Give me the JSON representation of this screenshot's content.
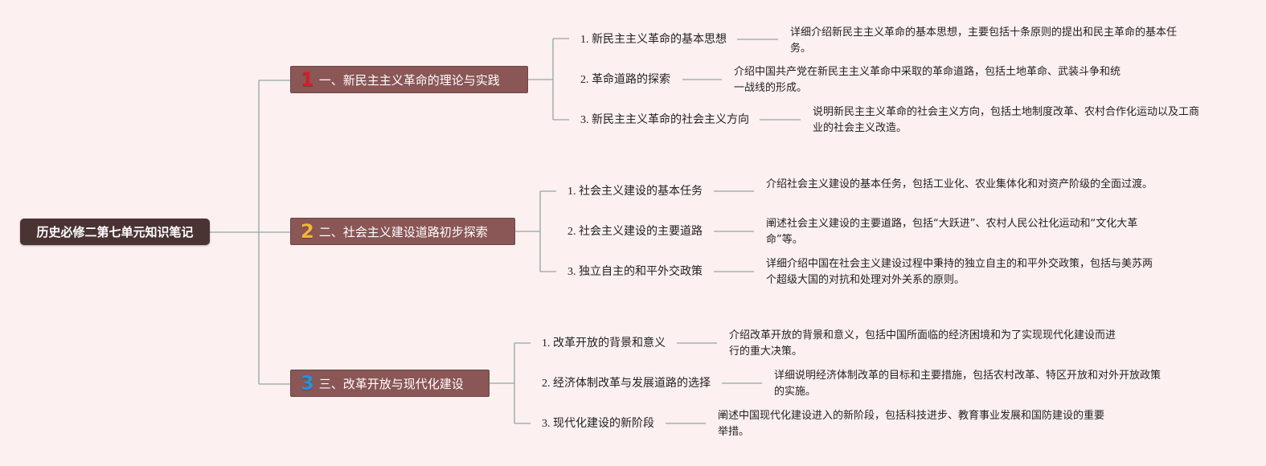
{
  "root": {
    "label": "历史必修二第七单元知识笔记"
  },
  "branches": [
    {
      "badge": "1",
      "badge_color": "#d11f2a",
      "label": "一、新民主主义革命的理论与实践",
      "items": [
        {
          "label": "1. 新民主主义革命的基本思想",
          "detail": "详细介绍新民主主义革命的基本思想，主要包括十条原则的提出和民主革命的基本任务。"
        },
        {
          "label": "2. 革命道路的探索",
          "detail": "介绍中国共产党在新民主主义革命中采取的革命道路，包括土地革命、武装斗争和统一战线的形成。"
        },
        {
          "label": "3. 新民主主义革命的社会主义方向",
          "detail": "说明新民主主义革命的社会主义方向，包括土地制度改革、农村合作化运动以及工商业的社会主义改造。"
        }
      ]
    },
    {
      "badge": "2",
      "badge_color": "#f2b53a",
      "label": "二、社会主义建设道路初步探索",
      "items": [
        {
          "label": "1. 社会主义建设的基本任务",
          "detail": "介绍社会主义建设的基本任务，包括工业化、农业集体化和对资产阶级的全面过渡。"
        },
        {
          "label": "2. 社会主义建设的主要道路",
          "detail": "阐述社会主义建设的主要道路，包括“大跃进”、农村人民公社化运动和“文化大革命”等。"
        },
        {
          "label": "3. 独立自主的和平外交政策",
          "detail": "详细介绍中国在社会主义建设过程中秉持的独立自主的和平外交政策，包括与美苏两个超级大国的对抗和处理对外关系的原则。"
        }
      ]
    },
    {
      "badge": "3",
      "badge_color": "#2b8fd8",
      "label": "三、改革开放与现代化建设",
      "items": [
        {
          "label": "1. 改革开放的背景和意义",
          "detail": "介绍改革开放的背景和意义，包括中国所面临的经济困境和为了实现现代化建设而进行的重大决策。"
        },
        {
          "label": "2. 经济体制改革与发展道路的选择",
          "detail": "详细说明经济体制改革的目标和主要措施，包括农村改革、特区开放和对外开放政策的实施。"
        },
        {
          "label": "3. 现代化建设的新阶段",
          "detail": "阐述中国现代化建设进入的新阶段，包括科技进步、教育事业发展和国防建设的重要举措。"
        }
      ]
    }
  ],
  "colors": {
    "background": "#fdf0f0",
    "root": "#4a3333",
    "branch": "#8a5656",
    "line": "#8fa89f"
  }
}
